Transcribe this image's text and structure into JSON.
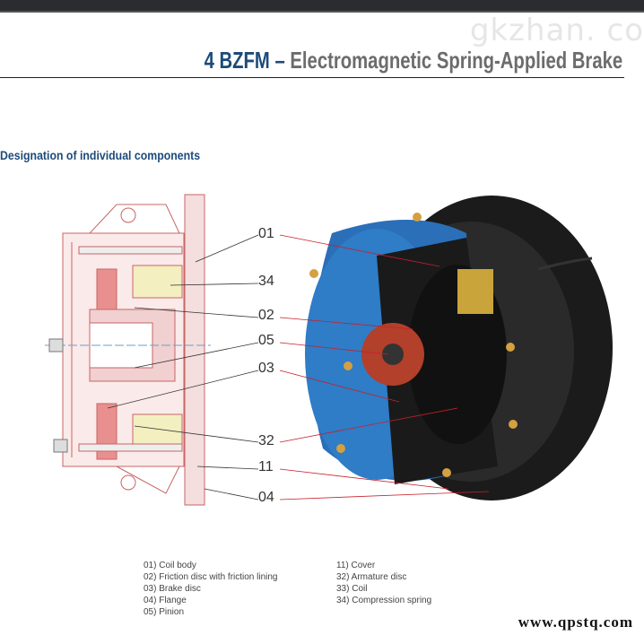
{
  "watermark": "gkzhan. co",
  "header": {
    "code": "4 BZFM",
    "dash": "–",
    "title": "Electromagnetic Spring-Applied Brake"
  },
  "section_title": "Designation of individual components",
  "callouts": [
    "01",
    "34",
    "02",
    "05",
    "03",
    "32",
    "11",
    "04"
  ],
  "legend_left": [
    "01) Coil body",
    "02) Friction disc with friction lining",
    "03) Brake disc",
    "04) Flange",
    "05) Pinion"
  ],
  "legend_right": [
    "11) Cover",
    "32) Armature disc",
    "33) Coil",
    "34) Compression spring"
  ],
  "footer": "www.qpstq.com",
  "colors": {
    "brand_blue": "#1d4a7a",
    "brake_blue": "#2a6fb8",
    "leader_red": "#c8202a"
  }
}
